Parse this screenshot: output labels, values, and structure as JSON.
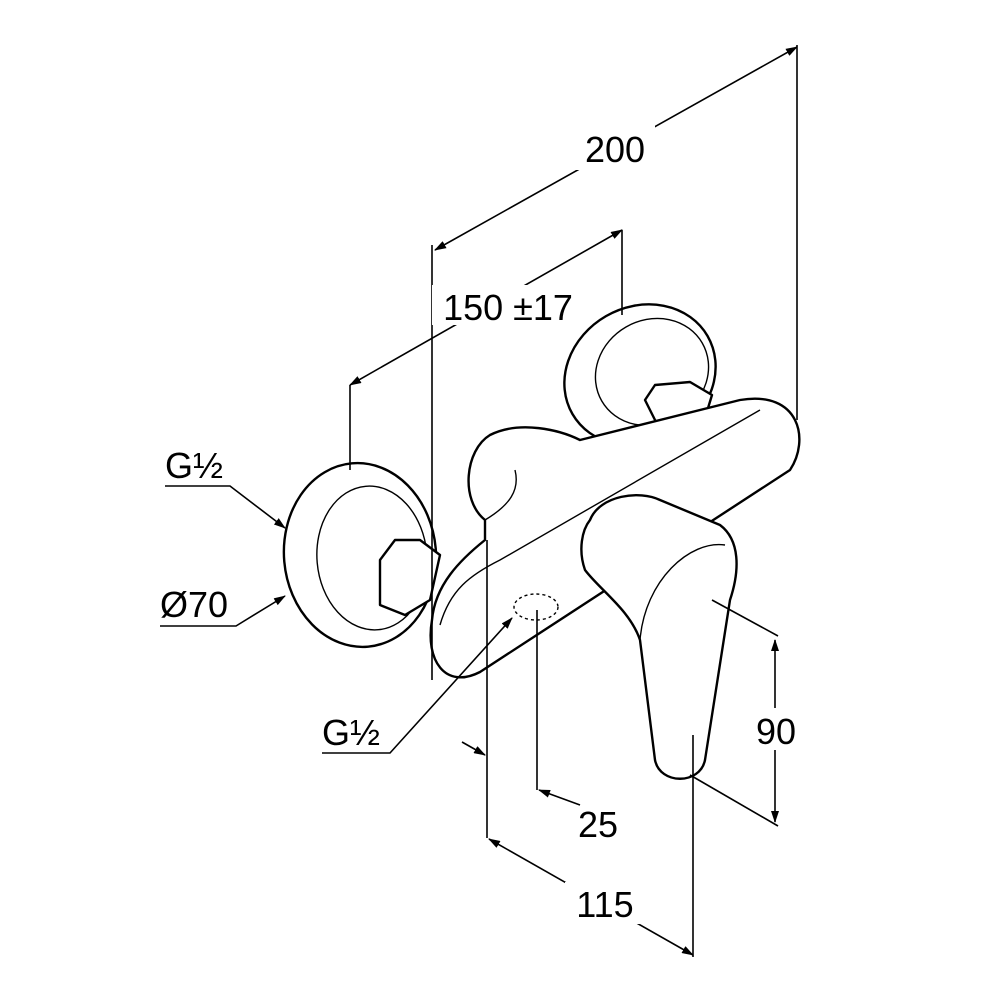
{
  "drawing": {
    "dimensions": {
      "overall_width": "200",
      "connection_distance": "150 ±17",
      "inlet_thread": "G½",
      "flange_diameter": "Ø70",
      "outlet_thread": "G½",
      "handle_height": "90",
      "outlet_offset": "25",
      "projection": "115"
    },
    "colors": {
      "line": "#000000",
      "background": "#ffffff"
    }
  }
}
